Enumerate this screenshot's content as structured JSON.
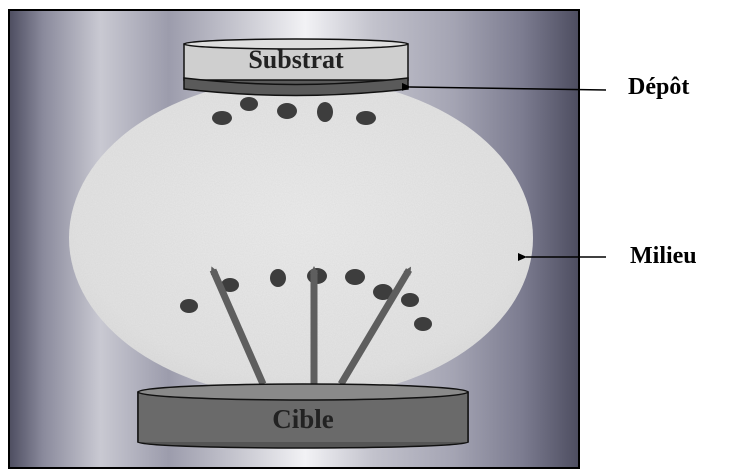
{
  "labels": {
    "substrate": "Substrat",
    "target": "Cible",
    "deposit": "Dépôt",
    "medium": "Milieu"
  },
  "colors": {
    "chamber_edge": "#4a4a5c",
    "chamber_highlight": "#e9e9ee",
    "cloud": "#e6e6e6",
    "substrate_top": "#cfcfcf",
    "deposit_layer": "#5a5a5a",
    "target_body": "#6a6a6a",
    "target_rim": "#8a8a8a",
    "particles": "#3d3d3d",
    "arrows": "#5e5e5e"
  }
}
